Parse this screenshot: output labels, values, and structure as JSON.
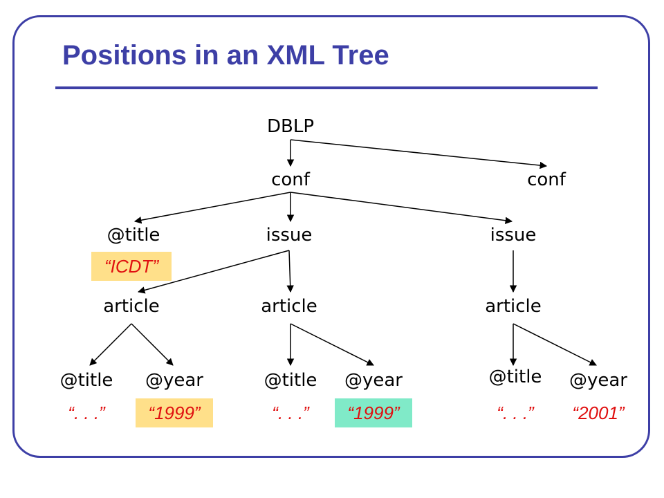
{
  "title": "Positions in an XML Tree",
  "nodes": {
    "root": "DBLP",
    "conf1": "conf",
    "conf2": "conf",
    "title_attr": "@title",
    "issue1": "issue",
    "issue2": "issue",
    "article1": "article",
    "article2": "article",
    "article3": "article",
    "a1_title": "@title",
    "a1_year": "@year",
    "a2_title": "@title",
    "a2_year": "@year",
    "a3_title": "@title",
    "a3_year": "@year"
  },
  "values": {
    "icdt": "“ICDT”",
    "a1_title_val": "“. . .”",
    "a1_year_val": "“1999”",
    "a2_title_val": "“. . .”",
    "a2_year_val": "“1999”",
    "a3_title_val": "“. . .”",
    "a3_year_val": "“2001”"
  },
  "colors": {
    "accent": "#3d3fa6",
    "value_text": "#e01010",
    "highlight_yellow": "#ffe08a",
    "highlight_teal": "#80eac8"
  }
}
